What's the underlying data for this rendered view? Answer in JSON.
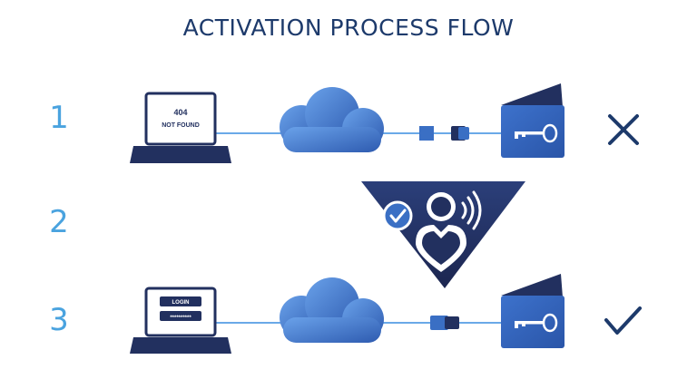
{
  "title": "ACTIVATION PROCESS FLOW",
  "steps": [
    {
      "number": "1",
      "screen_line1": "404",
      "screen_line2": "NOT FOUND",
      "result_icon": "cross-icon"
    },
    {
      "number": "2",
      "center_icon": "user-verified-icon"
    },
    {
      "number": "3",
      "screen_button": "LOGIN",
      "screen_password": "**********",
      "result_icon": "check-icon"
    }
  ],
  "colors": {
    "title": "#1d3a6b",
    "step_number": "#4aa3df",
    "navy": "#22305f",
    "blue": "#3a6fc4",
    "light_blue": "#5b95e0",
    "line": "#6aa9e8"
  }
}
